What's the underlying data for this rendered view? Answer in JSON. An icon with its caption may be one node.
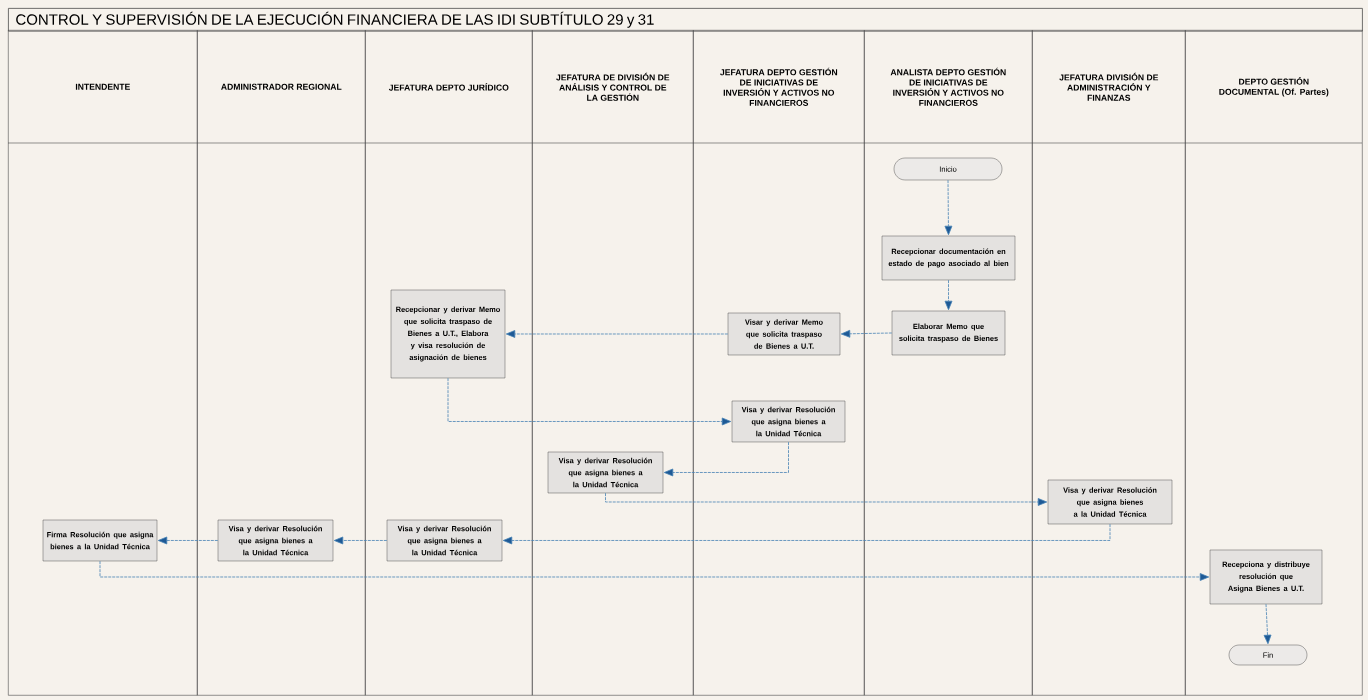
{
  "diagram": {
    "title": "CONTROL Y SUPERVISIÓN DE LA EJECUCIÓN FINANCIERA DE LAS IDI SUBTÍTULO 29 y 31",
    "nodes": [
      {
        "text": [
          "INTENDENTE"
        ]
      },
      {
        "text": [
          "ADMINISTRADOR REGIONAL"
        ]
      },
      {
        "text": [
          "JEFATURA DEPTO JURÍDICO"
        ]
      },
      {
        "text": [
          "JEFATURA DE DIVISIÓN DE ANÁLISIS Y CONTROL DE LA GESTIÓN"
        ]
      },
      {
        "text": [
          "JEFATURA DEPTO GESTIÓN DE INICIATIVAS DE INVERSIÓN Y ACTIVOS NO FINANCIEROS"
        ]
      },
      {
        "text": [
          "ANALISTA DEPTO GESTIÓN DE INICIATIVAS DE INVERSIÓN Y ACTIVOS NO FINANCIEROS"
        ]
      },
      {
        "text": [
          "JEFATURA DIVISIÓN DE ADMINISTRACIÓN Y FINANZAS"
        ]
      },
      {
        "text": [
          "DEPTO GESTIÓN DOCUMENTAL (Of. Partes)"
        ]
      },
      {
        "text": [
          "Inicio"
        ],
        "in": 5
      },
      {
        "text": [
          "Recepcionar documentación en estado de pago asociado al bien"
        ],
        "in": 5
      },
      {
        "text": [
          "Elaborar Memo que solicita traspaso de Bienes"
        ],
        "in": 5
      },
      {
        "text": [
          "Visar y derivar Memo que solicita traspaso de Bienes a U.T."
        ],
        "in": 4
      },
      {
        "text": [
          "Recepcionar y derivar Memo que solicita traspaso de Bienes a U.T., Elabora y visa resolución de asignación de bienes"
        ],
        "in": 2
      },
      {
        "text": [
          "Visa y derivar Resolución que asigna bienes a la Unidad Técnica"
        ],
        "in": 4
      },
      {
        "text": [
          "Visa y derivar Resolución que asigna bienes a la Unidad Técnica"
        ],
        "in": 3
      },
      {
        "text": [
          "Visa y derivar Resolución que asigna bienes a la Unidad Técnica"
        ],
        "in": 6
      },
      {
        "text": [
          "Visa y derivar Resolución que asigna bienes a la Unidad Técnica"
        ],
        "in": 2
      },
      {
        "text": [
          "Visa y derivar Resolución que asigna bienes a la Unidad Técnica"
        ],
        "in": 1
      },
      {
        "text": [
          "Firma Resolución que asigna bienes a la Unidad Técnica"
        ],
        "in": 0
      },
      {
        "text": [
          "Recepciona y distribuye resolución que Asigna Bienes a U.T."
        ],
        "in": 7
      },
      {
        "text": [
          "Fin"
        ],
        "in": 7
      }
    ],
    "edges": [
      {
        "from": 8,
        "to": 9,
        "arrow": "to"
      },
      {
        "from": 9,
        "to": 10,
        "arrow": "to"
      },
      {
        "from": 10,
        "to": 11,
        "arrow": "to"
      },
      {
        "from": 11,
        "to": 12,
        "arrow": "to"
      },
      {
        "from": 12,
        "to": 13,
        "arrow": "to"
      },
      {
        "from": 13,
        "to": 14,
        "arrow": "to"
      },
      {
        "from": 14,
        "to": 15,
        "arrow": "to"
      },
      {
        "from": 15,
        "to": 16,
        "arrow": "to"
      },
      {
        "from": 16,
        "to": 17,
        "arrow": "to"
      },
      {
        "from": 17,
        "to": 18,
        "arrow": "to"
      },
      {
        "from": 18,
        "to": 19,
        "arrow": "to"
      },
      {
        "from": 19,
        "to": 20,
        "arrow": "to"
      }
    ]
  }
}
